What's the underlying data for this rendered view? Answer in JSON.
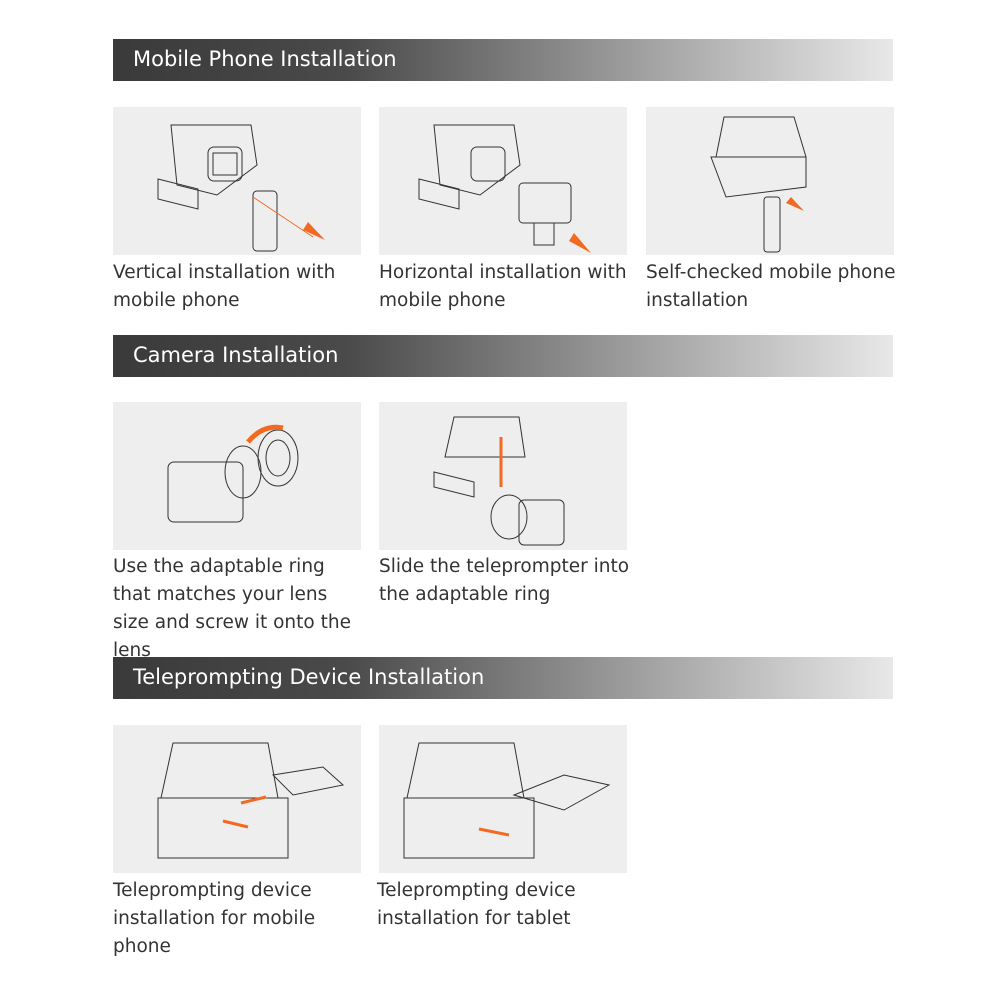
{
  "sections": [
    {
      "title": "Mobile Phone Installation",
      "items": [
        {
          "caption": "Vertical installation with mobile phone"
        },
        {
          "caption": "Horizontal installation with mobile phone"
        },
        {
          "caption": "Self-checked mobile phone installation"
        }
      ]
    },
    {
      "title": "Camera Installation",
      "items": [
        {
          "caption": "Use the adaptable ring that matches your lens size and screw it onto the lens"
        },
        {
          "caption": "Slide the teleprompter into the adaptable ring"
        }
      ]
    },
    {
      "title": "Teleprompting Device Installation",
      "items": [
        {
          "caption": "Teleprompting device installation for mobile phone"
        },
        {
          "caption": "Teleprompting device installation for tablet"
        }
      ]
    }
  ],
  "colors": {
    "accent": "#f26a21",
    "card_bg": "#eeeeee"
  }
}
